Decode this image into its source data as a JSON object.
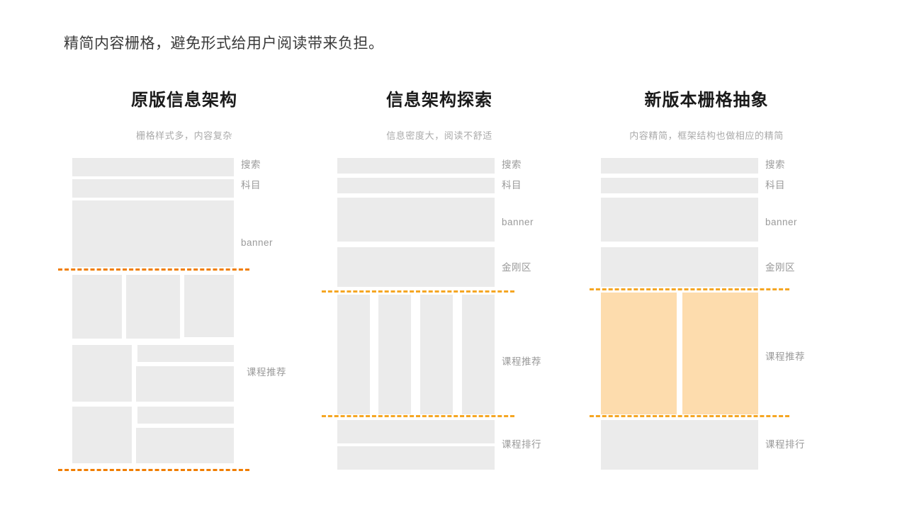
{
  "slide": {
    "title": "精简内容栅格，避免形式给用户阅读带来负担。"
  },
  "palette": {
    "block_grey": "#ebebeb",
    "block_highlight": "#fddcad",
    "rule_strong_orange": "#f07d00",
    "rule_soft_orange": "#f5a623",
    "title_color": "#1a1a1a",
    "subtitle_color": "#aaaaaa",
    "tag_color": "#9a9a9a"
  },
  "columns": [
    {
      "id": "original",
      "title": "原版信息架构",
      "subtitle": "栅格样式多，内容复杂",
      "tags": [
        "搜索",
        "科目",
        "banner",
        "课程推荐"
      ]
    },
    {
      "id": "exploration",
      "title": "信息架构探索",
      "subtitle": "信息密度大，阅读不舒适",
      "tags": [
        "搜索",
        "科目",
        "banner",
        "金刚区",
        "课程推荐",
        "课程排行"
      ]
    },
    {
      "id": "new-version",
      "title": "新版本栅格抽象",
      "subtitle": "内容精简，框架结构也做相应的精简",
      "tags": [
        "搜索",
        "科目",
        "banner",
        "金刚区",
        "课程推荐",
        "课程排行"
      ]
    }
  ]
}
